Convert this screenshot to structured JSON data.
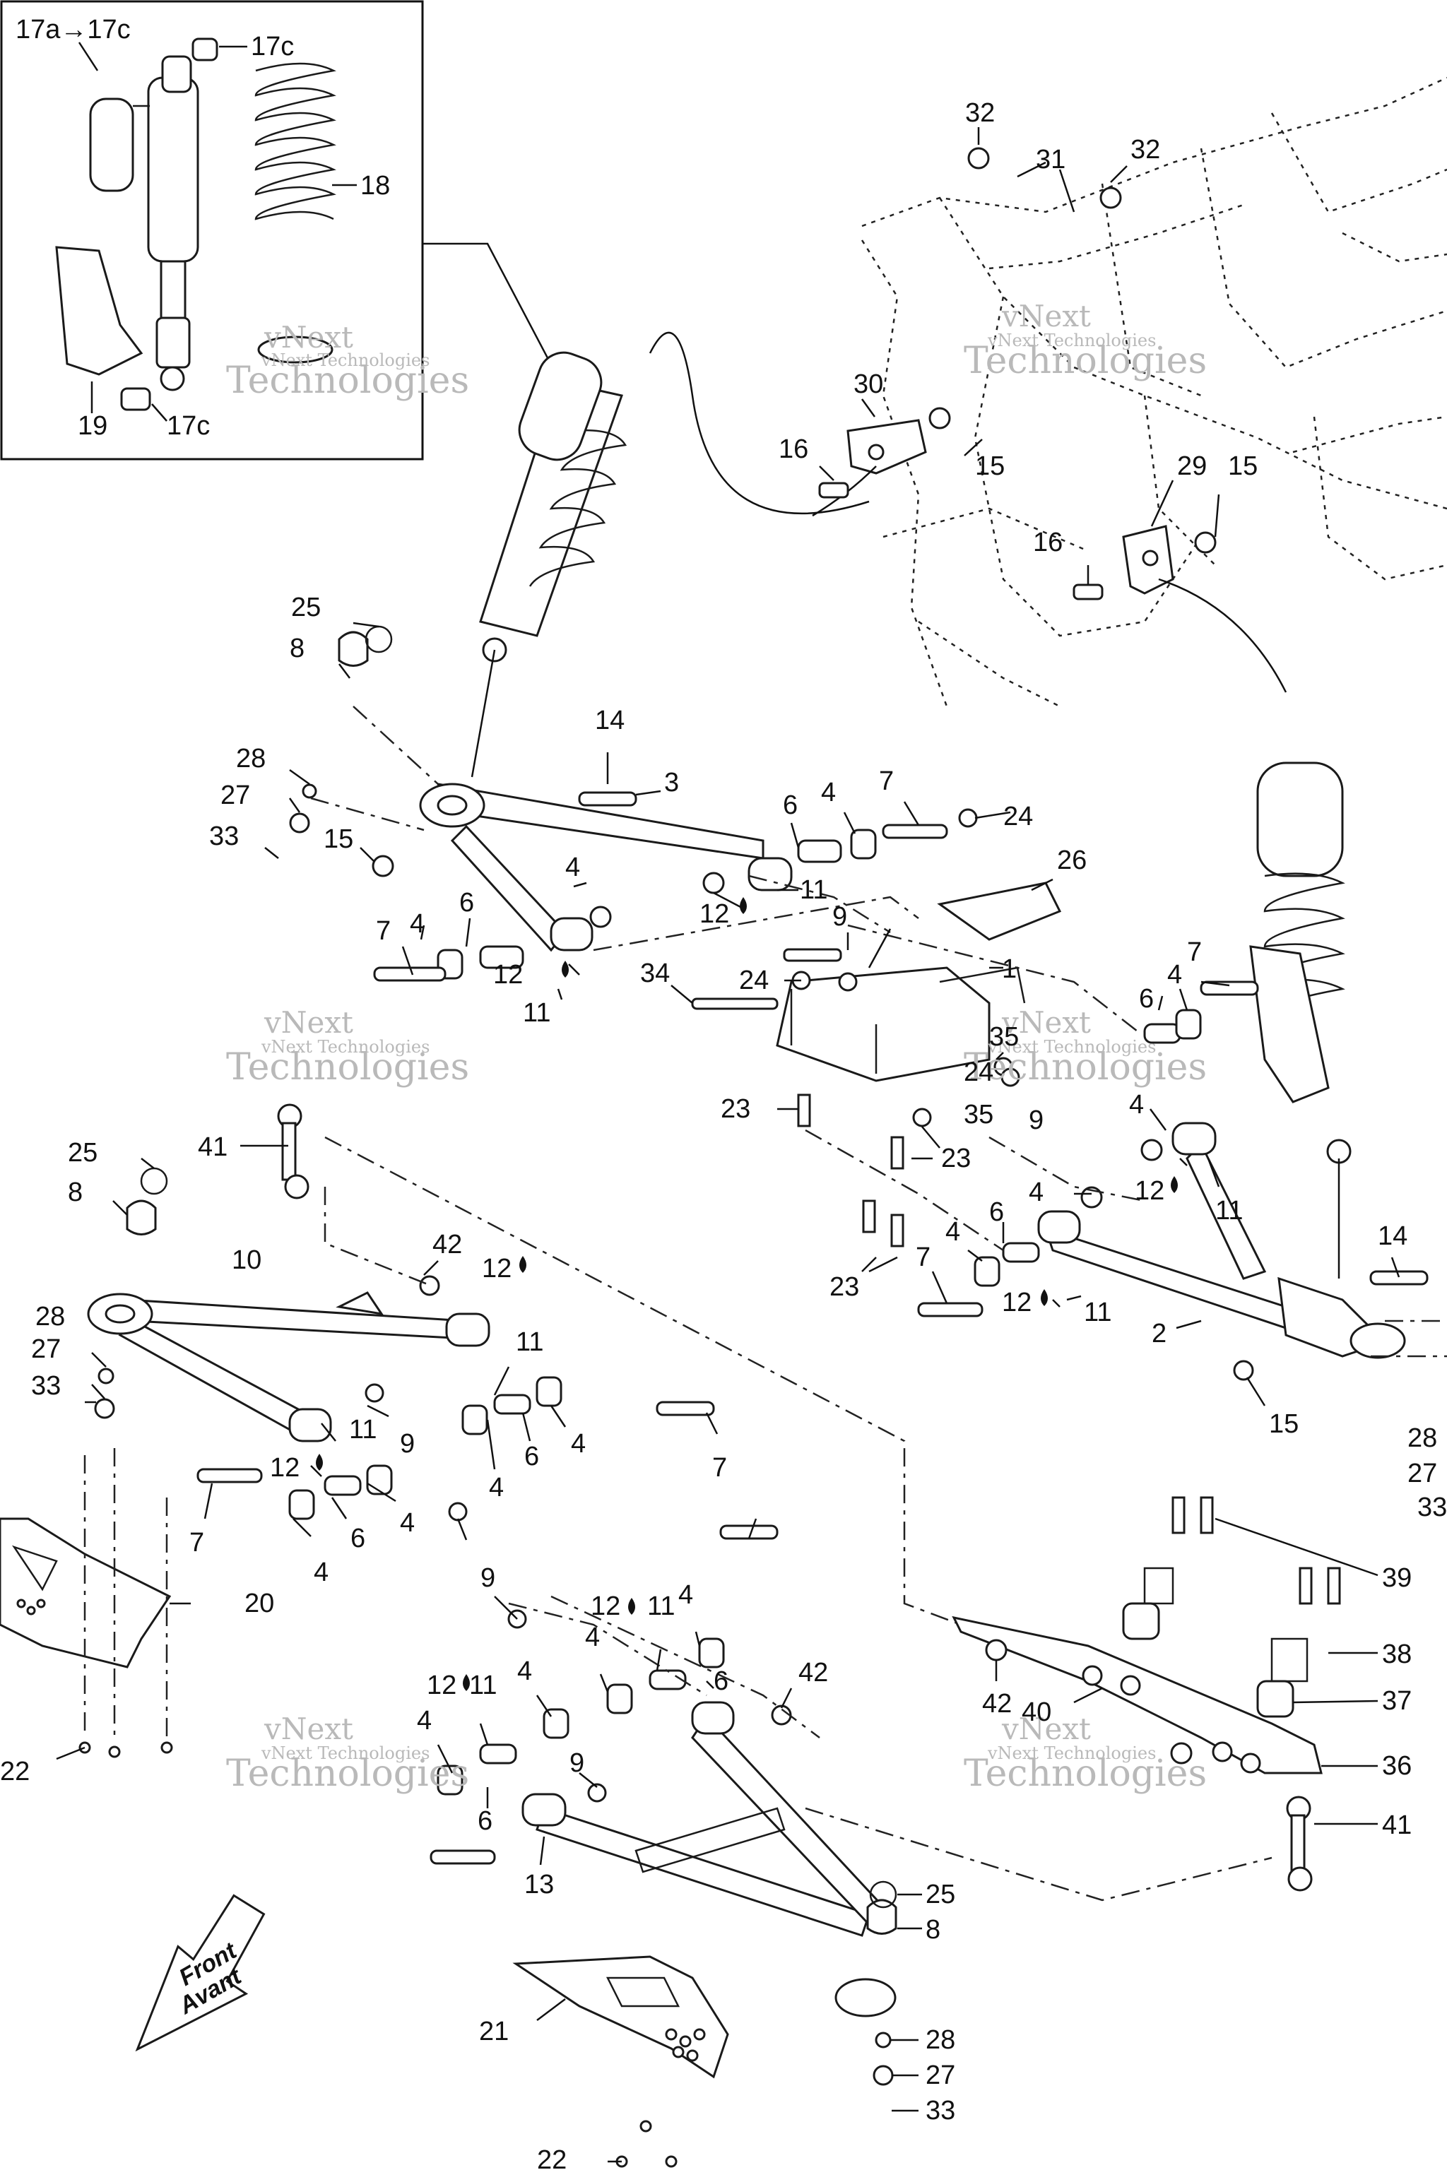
{
  "inset_box": {
    "labels": [
      "17a→17c",
      "17c",
      "18",
      "19",
      "17c"
    ]
  },
  "callouts": {
    "c1": "1",
    "c2": "2",
    "c3": "3",
    "c4": "4",
    "c6": "6",
    "c7": "7",
    "c8": "8",
    "c9": "9",
    "c10": "10",
    "c11": "11",
    "c12": "12",
    "c13": "13",
    "c14": "14",
    "c15": "15",
    "c16": "16",
    "c20": "20",
    "c21": "21",
    "c22": "22",
    "c23": "23",
    "c24": "24",
    "c25": "25",
    "c26": "26",
    "c27": "27",
    "c28": "28",
    "c29": "29",
    "c30": "30",
    "c31": "31",
    "c32": "32",
    "c33": "33",
    "c34": "34",
    "c35": "35",
    "c36": "36",
    "c37": "37",
    "c38": "38",
    "c39": "39",
    "c40": "40",
    "c41": "41",
    "c42": "42",
    "c33cut": "33"
  },
  "watermark": {
    "line1": "vNext",
    "line2": "Technologies",
    "line_full": "vNext Technologies"
  },
  "direction_badge": {
    "line1": "Front",
    "line2": "Avant"
  },
  "colors": {
    "ink": "#111111",
    "watermark": "#b9b9b9"
  }
}
